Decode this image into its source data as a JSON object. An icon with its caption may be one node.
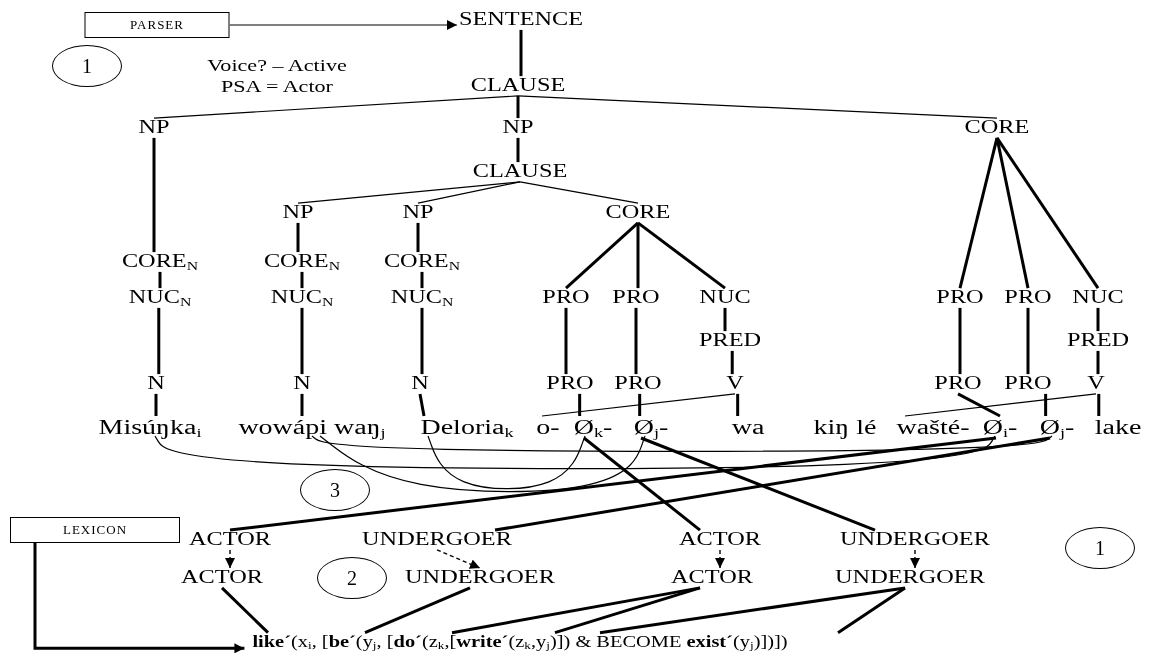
{
  "diagram": {
    "nodes": [
      {
        "text": [
          "PARSER"
        ]
      },
      {
        "text": [
          "SENTENCE"
        ]
      },
      {
        "text": [
          "1"
        ]
      },
      {
        "text": [
          "CLAUSE"
        ]
      },
      {
        "text": [
          "NP"
        ]
      },
      {
        "text": [
          "NP"
        ]
      },
      {
        "text": [
          "CORE"
        ]
      },
      {
        "text": [
          "CLAUSE"
        ]
      },
      {
        "text": [
          "NP"
        ]
      },
      {
        "text": [
          "NP"
        ]
      },
      {
        "text": [
          "CORE"
        ]
      },
      {
        "text": [
          "CORE$_{N}$"
        ]
      },
      {
        "text": [
          "CORE$_{N}$"
        ]
      },
      {
        "text": [
          "CORE$_{N}$"
        ]
      },
      {
        "text": [
          "NUC$_{N}$"
        ]
      },
      {
        "text": [
          "NUC$_{N}$"
        ]
      },
      {
        "text": [
          "NUC$_{N}$"
        ]
      },
      {
        "text": [
          "PRO"
        ]
      },
      {
        "text": [
          "PRO"
        ]
      },
      {
        "text": [
          "NUC"
        ]
      },
      {
        "text": [
          "PRO"
        ]
      },
      {
        "text": [
          "PRO"
        ]
      },
      {
        "text": [
          "NUC"
        ]
      },
      {
        "text": [
          "PRED"
        ]
      },
      {
        "text": [
          "PRED"
        ]
      },
      {
        "text": [
          "N"
        ]
      },
      {
        "text": [
          "N"
        ]
      },
      {
        "text": [
          "N"
        ]
      },
      {
        "text": [
          "PRO"
        ]
      },
      {
        "text": [
          "PRO"
        ]
      },
      {
        "text": [
          "V"
        ]
      },
      {
        "text": [
          "PRO"
        ]
      },
      {
        "text": [
          "PRO"
        ]
      },
      {
        "text": [
          "V"
        ]
      },
      {
        "text": [
          "Misúŋka$_{i}$"
        ]
      },
      {
        "text": [
          "wowápi waŋ$_{j}$"
        ]
      },
      {
        "text": [
          "Deloria$_{k}$"
        ]
      },
      {
        "text": [
          "o-"
        ]
      },
      {
        "text": [
          "Ø$_{k}$-"
        ]
      },
      {
        "text": [
          "Ø$_{j}$-"
        ]
      },
      {
        "text": [
          "wa"
        ]
      },
      {
        "text": [
          "wašté-"
        ]
      },
      {
        "text": [
          "Ø$_{i}$-"
        ]
      },
      {
        "text": [
          "Ø$_{j}$-"
        ]
      },
      {
        "text": [
          "lake"
        ]
      },
      {
        "text": [
          "3"
        ]
      },
      {
        "text": [
          "LEXICON"
        ]
      },
      {
        "text": [
          "ACTOR"
        ]
      },
      {
        "text": [
          "UNDERGOER"
        ]
      },
      {
        "text": [
          "ACTOR"
        ]
      },
      {
        "text": [
          "UNDERGOER"
        ]
      },
      {
        "text": [
          "1"
        ]
      },
      {
        "text": [
          "ACTOR"
        ]
      },
      {
        "text": [
          "2"
        ]
      },
      {
        "text": [
          "UNDERGOER"
        ]
      },
      {
        "text": [
          "ACTOR"
        ]
      },
      {
        "text": [
          "UNDERGOER"
        ]
      },
      {
        "text": [
          "**like´**(x$_{i}$, [**be´**(y$_{j}$, [**do´**(z$_{k}$,[**write´**(z$_{k}$,y$_{j}$)]) & BECOME **exist´**(y$_{j}$)])])"
        ]
      }
    ],
    "edges": [
      {
        "from": 0,
        "to": 1,
        "arrow": "to"
      },
      {
        "from": 1,
        "to": 3,
        "arrow": "none"
      },
      {
        "from": 3,
        "to": 4,
        "arrow": "none"
      },
      {
        "from": 3,
        "to": 5,
        "arrow": "none"
      },
      {
        "from": 3,
        "to": 6,
        "arrow": "none"
      },
      {
        "from": 4,
        "to": 11,
        "arrow": "none"
      },
      {
        "from": 5,
        "to": 7,
        "arrow": "none"
      },
      {
        "from": 7,
        "to": 8,
        "arrow": "none"
      },
      {
        "from": 7,
        "to": 9,
        "arrow": "none"
      },
      {
        "from": 7,
        "to": 10,
        "arrow": "none"
      },
      {
        "from": 8,
        "to": 12,
        "arrow": "none"
      },
      {
        "from": 9,
        "to": 13,
        "arrow": "none"
      },
      {
        "from": 10,
        "to": 17,
        "arrow": "none"
      },
      {
        "from": 10,
        "to": 18,
        "arrow": "none"
      },
      {
        "from": 10,
        "to": 19,
        "arrow": "none"
      },
      {
        "from": 6,
        "to": 20,
        "arrow": "none"
      },
      {
        "from": 6,
        "to": 21,
        "arrow": "none"
      },
      {
        "from": 6,
        "to": 22,
        "arrow": "none"
      },
      {
        "from": 11,
        "to": 14,
        "arrow": "none"
      },
      {
        "from": 12,
        "to": 15,
        "arrow": "none"
      },
      {
        "from": 13,
        "to": 16,
        "arrow": "none"
      },
      {
        "from": 14,
        "to": 25,
        "arrow": "none"
      },
      {
        "from": 15,
        "to": 26,
        "arrow": "none"
      },
      {
        "from": 16,
        "to": 27,
        "arrow": "none"
      },
      {
        "from": 17,
        "to": 28,
        "arrow": "none"
      },
      {
        "from": 18,
        "to": 29,
        "arrow": "none"
      },
      {
        "from": 19,
        "to": 23,
        "arrow": "none"
      },
      {
        "from": 22,
        "to": 24,
        "arrow": "none"
      },
      {
        "from": 20,
        "to": 31,
        "arrow": "none"
      },
      {
        "from": 21,
        "to": 32,
        "arrow": "none"
      },
      {
        "from": 23,
        "to": 30,
        "arrow": "none"
      },
      {
        "from": 24,
        "to": 33,
        "arrow": "none"
      },
      {
        "from": 25,
        "to": 34,
        "arrow": "none"
      },
      {
        "from": 26,
        "to": 35,
        "arrow": "none"
      },
      {
        "from": 27,
        "to": 36,
        "arrow": "none"
      },
      {
        "from": 28,
        "to": 38,
        "arrow": "none"
      },
      {
        "from": 29,
        "to": 39,
        "arrow": "none"
      },
      {
        "from": 30,
        "to": 40,
        "arrow": "none"
      },
      {
        "from": 30,
        "to": 37,
        "arrow": "none"
      },
      {
        "from": 31,
        "to": 42,
        "arrow": "none"
      },
      {
        "from": 32,
        "to": 43,
        "arrow": "none"
      },
      {
        "from": 33,
        "to": 44,
        "arrow": "none"
      },
      {
        "from": 33,
        "to": 41,
        "arrow": "none"
      },
      {
        "from": 34,
        "to": 42,
        "arrow": "none"
      },
      {
        "from": 35,
        "to": 43,
        "arrow": "none"
      },
      {
        "from": 35,
        "to": 39,
        "arrow": "none"
      },
      {
        "from": 36,
        "to": 38,
        "arrow": "none"
      },
      {
        "from": 38,
        "to": 49,
        "arrow": "none"
      },
      {
        "from": 39,
        "to": 50,
        "arrow": "none"
      },
      {
        "from": 42,
        "to": 47,
        "arrow": "none"
      },
      {
        "from": 43,
        "to": 48,
        "arrow": "none"
      },
      {
        "from": 47,
        "to": 52,
        "arrow": "to",
        "style": "dashed"
      },
      {
        "from": 48,
        "to": 54,
        "arrow": "to",
        "style": "dashed"
      },
      {
        "from": 49,
        "to": 55,
        "arrow": "to",
        "style": "dashed"
      },
      {
        "from": 50,
        "to": 56,
        "arrow": "to",
        "style": "dashed"
      },
      {
        "from": 52,
        "to": 57,
        "arrow": "none"
      },
      {
        "from": 54,
        "to": 57,
        "arrow": "none"
      },
      {
        "from": 55,
        "to": 57,
        "arrow": "none"
      },
      {
        "from": 55,
        "to": 57,
        "arrow": "none"
      },
      {
        "from": 56,
        "to": 57,
        "arrow": "none"
      },
      {
        "from": 56,
        "to": 57,
        "arrow": "none"
      },
      {
        "from": 46,
        "to": 57,
        "arrow": "to"
      }
    ],
    "labels": [
      "Voice? – Active",
      "PSA = Actor",
      "kiŋ lé"
    ]
  }
}
